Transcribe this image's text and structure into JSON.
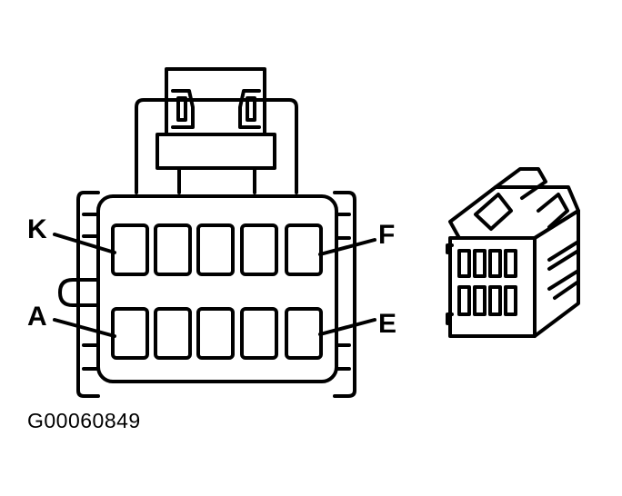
{
  "figure_id": "G00060849",
  "pin_labels": {
    "k": "K",
    "f": "F",
    "a": "A",
    "e": "E"
  },
  "colors": {
    "ink": "#000000",
    "paper": "#ffffff"
  }
}
